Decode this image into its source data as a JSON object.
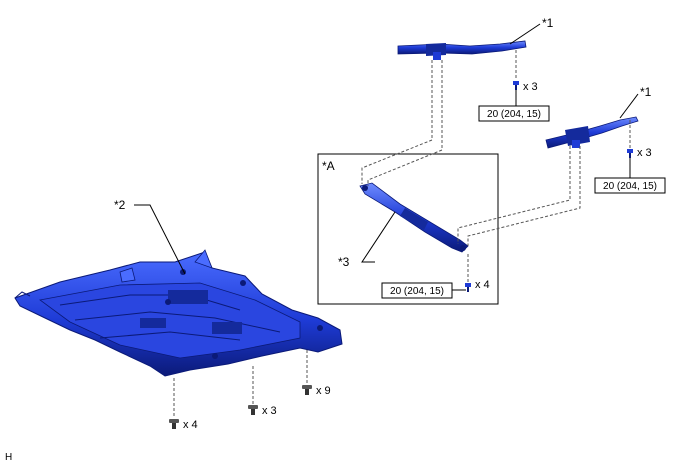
{
  "callouts": {
    "part_1_top": "*1",
    "part_1_right": "*1",
    "part_2": "*2",
    "part_3": "*3",
    "detail_a": "*A"
  },
  "torque": {
    "top_rail": "20 (204, 15)",
    "right_rail": "20 (204, 15)",
    "brace": "20 (204, 15)"
  },
  "quantities": {
    "top_rail_bolts": "x 3",
    "right_rail_bolts": "x 3",
    "brace_bolts": "x 4",
    "cover_bolts_left": "x 4",
    "cover_bolts_mid": "x 3",
    "cover_bolts_right": "x 9"
  },
  "corner_code": "H",
  "colors": {
    "part_fill": "#1e3bd6",
    "part_dark": "#0b1a78",
    "part_light": "#4a6cff",
    "line": "#000000",
    "dashed": "#555555"
  }
}
